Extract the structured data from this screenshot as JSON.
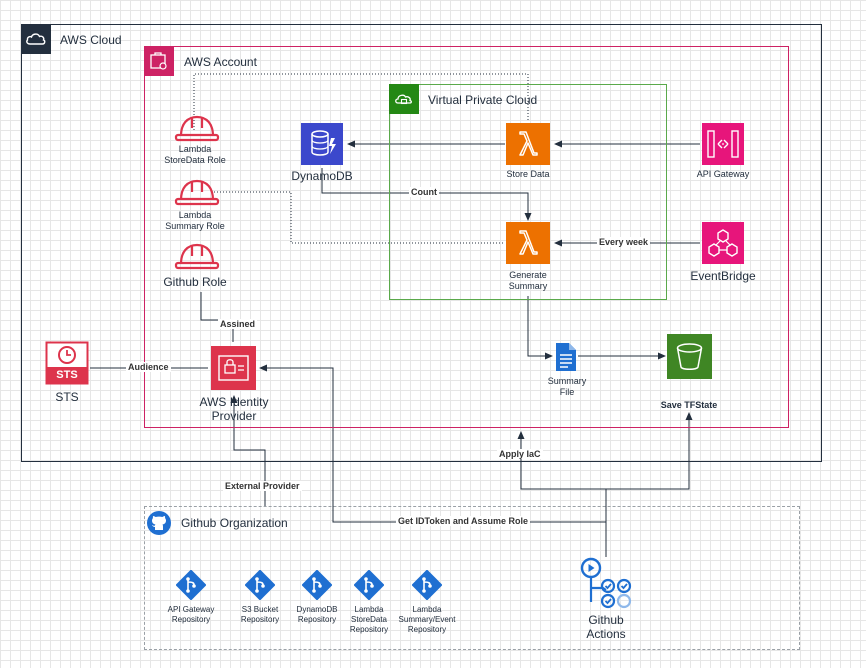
{
  "groups": {
    "aws_cloud": "AWS Cloud",
    "aws_account": "AWS Account",
    "vpc": "Virtual Private Cloud",
    "github_org": "Github Organization"
  },
  "nodes": {
    "role_storedata": "Lambda\nStoreData Role",
    "role_summary": "Lambda\nSummary Role",
    "role_github": "Github Role",
    "dynamodb": "DynamoDB",
    "store_data": "Store Data",
    "api_gateway": "API Gateway",
    "generate_summary": "Generate\nSummary",
    "eventbridge": "EventBridge",
    "sts": "STS",
    "sts_badge": "STS",
    "identity_provider": "AWS Identity\nProvider",
    "summary_file": "Summary\nFile",
    "tfstate": "Save TFState",
    "github_actions": "Github\nActions"
  },
  "repositories": [
    "API Gateway\nRepository",
    "S3 Bucket\nRepository",
    "DynamoDB\nRepository",
    "Lambda\nStoreData\nRepository",
    "Lambda\nSummary/Event\nRepository"
  ],
  "edges": {
    "count": "Count",
    "every_week": "Every week",
    "assined": "Assined",
    "audience": "Audience",
    "apply_iac": "Apply IaC",
    "external_provider": "External Provider",
    "get_idtoken": "Get IDToken and Assume Role"
  },
  "colors": {
    "aws_cloud_border": "#232f3e",
    "aws_account_border": "#cd2264",
    "vpc_border": "#248814",
    "compute_orange": "#ed7100",
    "database_blue": "#3b48cc",
    "integration_pink": "#e7157b",
    "security_red": "#dd344c",
    "storage_green": "#3f8624",
    "github_blue": "#1f6fd1",
    "actions_blue": "#1f6fd1"
  },
  "icons": {
    "aws_cloud": "cloud-icon",
    "aws_account": "account-icon",
    "vpc": "vpc-icon",
    "role": "hard-hat-icon",
    "dynamodb": "dynamodb-icon",
    "lambda": "lambda-icon",
    "api_gateway": "api-gateway-icon",
    "eventbridge": "eventbridge-icon",
    "sts": "sts-icon",
    "identity_provider": "identity-provider-icon",
    "summary_file": "document-icon",
    "tfstate": "s3-bucket-icon",
    "github": "github-icon",
    "repository": "git-repository-icon",
    "github_actions": "github-actions-icon"
  }
}
